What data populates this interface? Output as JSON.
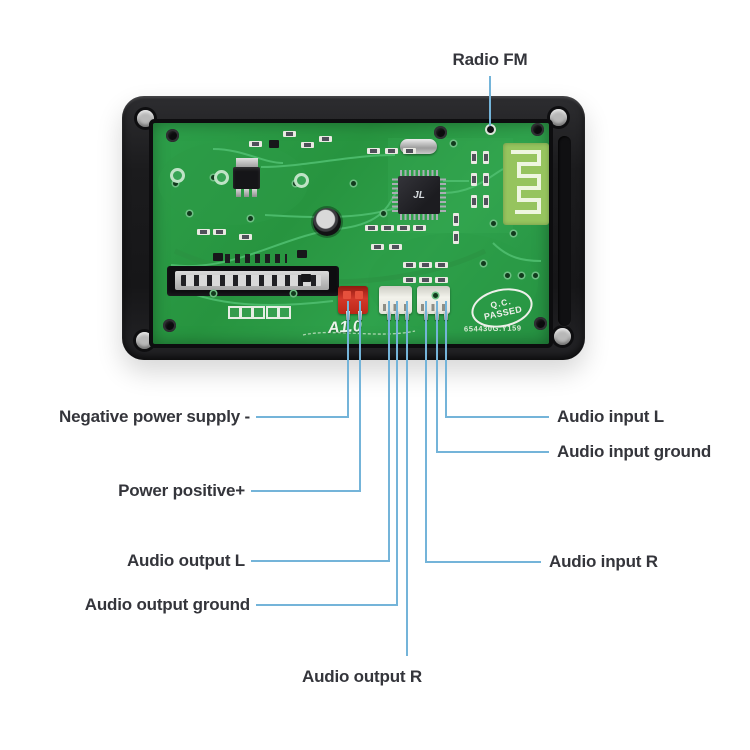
{
  "labels": {
    "radio_fm": "Radio FM",
    "negative_power": "Negative power supply -",
    "power_positive": "Power positive+",
    "audio_output_l": "Audio output L",
    "audio_output_ground": "Audio output ground",
    "audio_output_r": "Audio output R",
    "audio_input_l": "Audio input L",
    "audio_input_ground": "Audio input ground",
    "audio_input_r": "Audio input R"
  },
  "board": {
    "version_text": "A1.0",
    "serial_text": "654430G.Y159",
    "qc_stamp": {
      "line1": "Q.C.",
      "line2": "PASSED"
    },
    "chip_marking": "JL"
  },
  "colors": {
    "callout_line": "#74b4d9",
    "label_text": "#34353b",
    "pcb_green": "#2da04a",
    "case_black": "#1b1b1d",
    "power_connector_red": "#d2382a",
    "audio_connector_white": "#f2f2eb",
    "background": "#ffffff"
  }
}
